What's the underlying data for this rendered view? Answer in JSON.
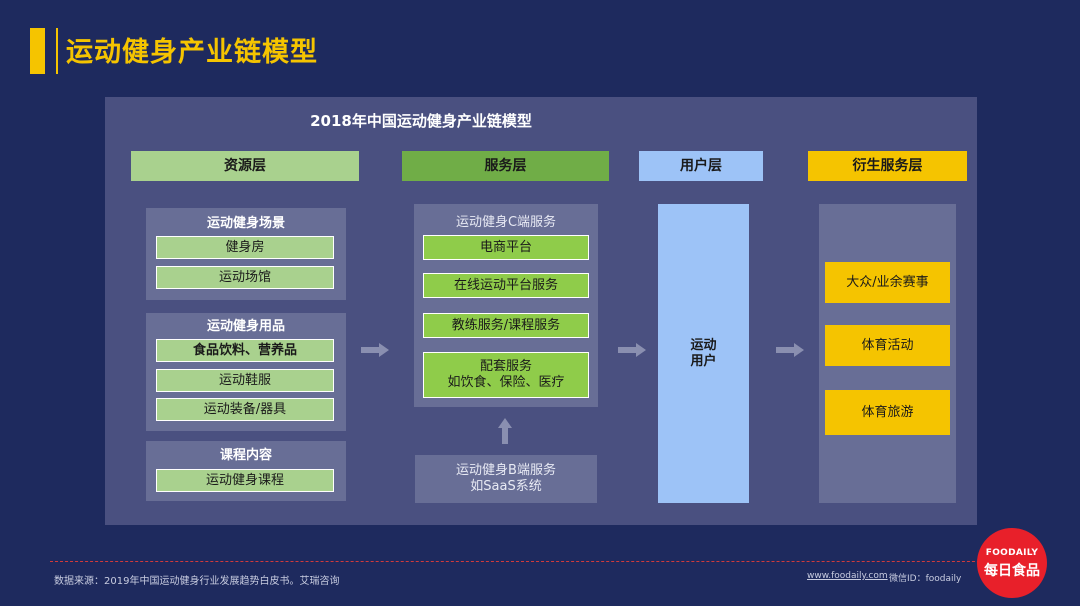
{
  "page_title": "运动健身产业链模型",
  "panel_title": "2018年中国运动健身产业链模型",
  "layers": {
    "resource": "资源层",
    "service": "服务层",
    "user": "用户层",
    "derived": "衍生服务层"
  },
  "resource": {
    "scene": {
      "title": "运动健身场景",
      "items": [
        "健身房",
        "运动场馆"
      ]
    },
    "goods": {
      "title": "运动健身用品",
      "items": [
        "食品饮料、营养品",
        "运动鞋服",
        "运动装备/器具"
      ]
    },
    "course": {
      "title": "课程内容",
      "items": [
        "运动健身课程"
      ]
    }
  },
  "service": {
    "c_end": {
      "title": "运动健身C端服务",
      "items": [
        "电商平台",
        "在线运动平台服务",
        "教练服务/课程服务"
      ],
      "extra_line1": "配套服务",
      "extra_line2": "如饮食、保险、医疗"
    },
    "b_end": {
      "line1": "运动健身B端服务",
      "line2": "如SaaS系统"
    }
  },
  "user": {
    "line1": "运动",
    "line2": "用户"
  },
  "derived": {
    "items": [
      "大众/业余赛事",
      "体育活动",
      "体育旅游"
    ]
  },
  "footer": {
    "source": "数据来源：2019年中国运动健身行业发展趋势白皮书。艾瑞咨询",
    "website": "www.foodaily.com",
    "wechat": "微信ID：foodaily"
  },
  "logo": {
    "brand": "FOODAILY",
    "cn": "每日食品"
  },
  "colors": {
    "background": "#1e2a5e",
    "panel": "#4a5080",
    "title_yellow": "#f5c400",
    "resource_green": "#a9d18e",
    "service_green": "#70ad47",
    "user_blue": "#9dc3f7",
    "derived_yellow": "#f5c400",
    "logo_red": "#e8202a"
  }
}
